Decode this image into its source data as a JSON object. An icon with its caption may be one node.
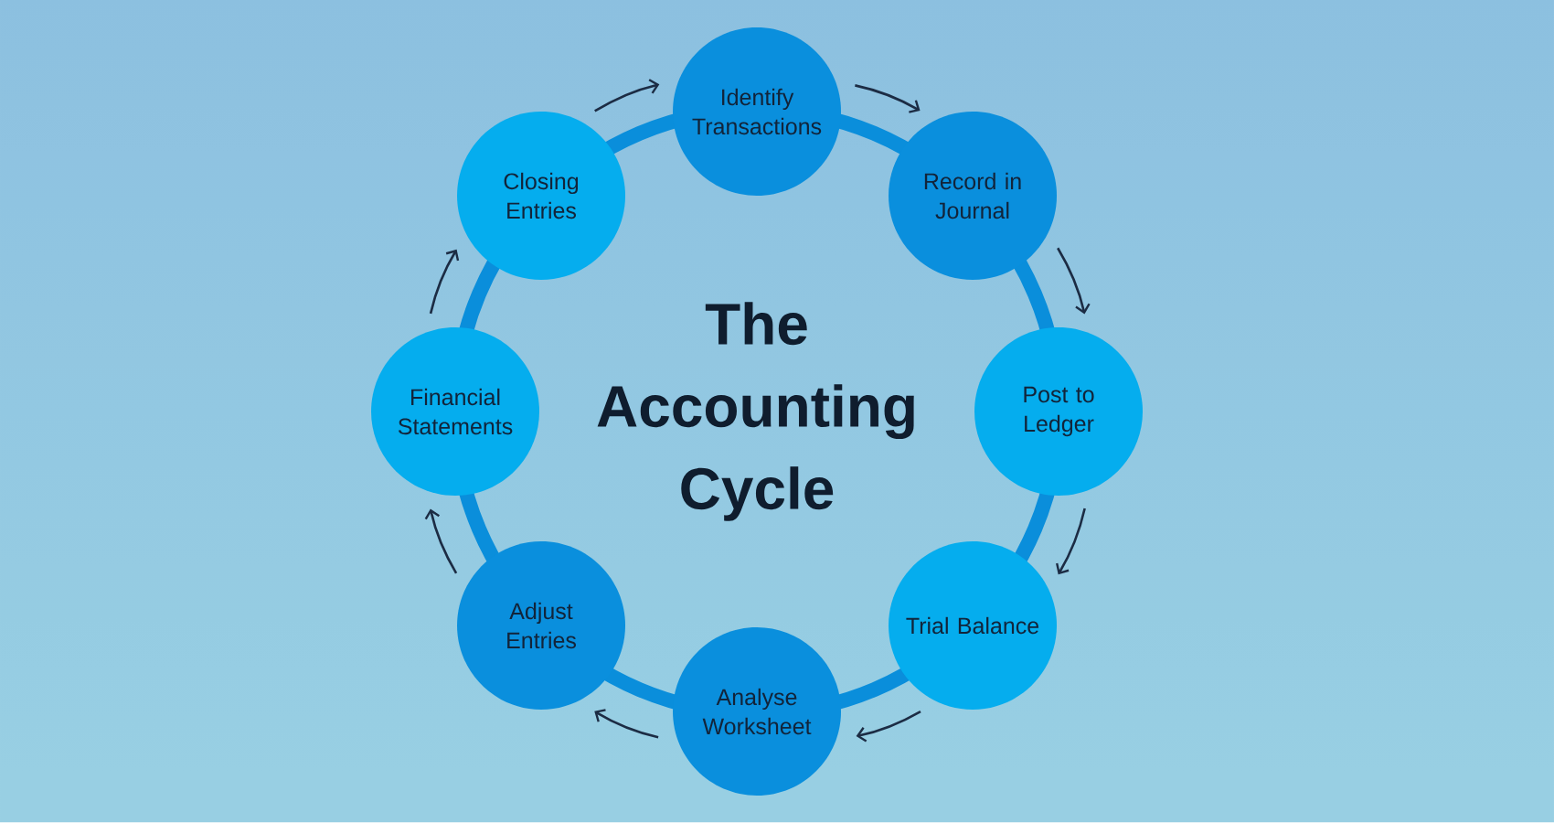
{
  "diagram": {
    "title": "The Accounting Cycle",
    "nodes": [
      {
        "text": [
          "Identify Transactions"
        ]
      },
      {
        "text": [
          "Record in Journal"
        ]
      },
      {
        "text": [
          "Post to Ledger"
        ]
      },
      {
        "text": [
          "Trial Balance"
        ]
      },
      {
        "text": [
          "Analyse Worksheet"
        ]
      },
      {
        "text": [
          "Adjust Entries"
        ]
      },
      {
        "text": [
          "Financial Statements"
        ]
      },
      {
        "text": [
          "Closing Entries"
        ]
      }
    ],
    "edges": [
      {
        "from": 0,
        "to": 1,
        "arrow": "to"
      },
      {
        "from": 1,
        "to": 2,
        "arrow": "to"
      },
      {
        "from": 2,
        "to": 3,
        "arrow": "to"
      },
      {
        "from": 3,
        "to": 4,
        "arrow": "to"
      },
      {
        "from": 4,
        "to": 5,
        "arrow": "to"
      },
      {
        "from": 5,
        "to": 6,
        "arrow": "to"
      },
      {
        "from": 6,
        "to": 7,
        "arrow": "to"
      },
      {
        "from": 7,
        "to": 0,
        "arrow": "to"
      }
    ]
  }
}
